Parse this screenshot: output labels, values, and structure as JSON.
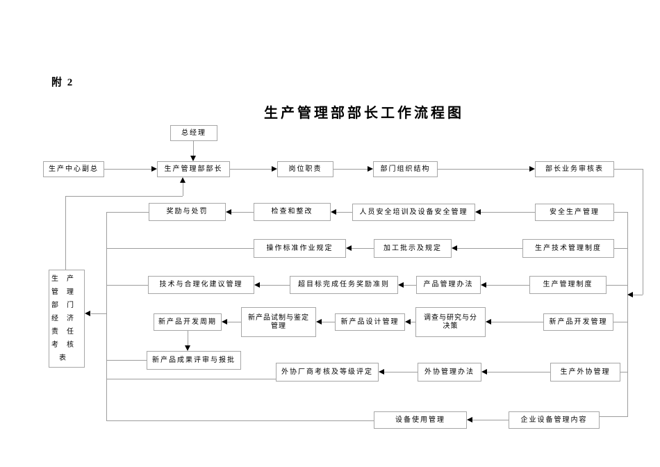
{
  "page": {
    "attachment_label": "附 2",
    "title": "生产管理部部长工作流程图"
  },
  "colors": {
    "box_border": "#a6a6a6",
    "connector_line": "#9c9c9c",
    "arrowhead": "#000000",
    "text": "#000000",
    "background": "#ffffff"
  },
  "nodes": {
    "general_manager": {
      "label": "总经理"
    },
    "production_center_vp": {
      "label": "生产中心副总"
    },
    "dept_minister": {
      "label": "生产管理部部长"
    },
    "post_duty": {
      "label": "岗位职责"
    },
    "org_structure": {
      "label": "部门组织结构"
    },
    "minister_review_form": {
      "label": "部长业务审核表"
    },
    "reward_punish": {
      "label": "奖励与处罚"
    },
    "check_rectify": {
      "label": "检查和整改"
    },
    "safety_training": {
      "label": "人员安全培训及设备安全管理"
    },
    "safety_production_mgmt": {
      "label": "安全生产管理"
    },
    "operation_standard": {
      "label": "操作标准作业规定"
    },
    "processing_instruction": {
      "label": "加工批示及规定"
    },
    "production_tech_system": {
      "label": "生产技术管理制度"
    },
    "tech_suggestion_mgmt": {
      "label": "技术与合理化建议管理"
    },
    "over_target_reward": {
      "label": "超目标完成任务奖励准则"
    },
    "product_mgmt_method": {
      "label": "产品管理办法"
    },
    "production_mgmt_system": {
      "label": "生产管理制度"
    },
    "new_product_cycle": {
      "label": "新产品开发周期"
    },
    "trial_appraisal_mgmt": {
      "label": "新产品试制与鉴定管理"
    },
    "new_product_design": {
      "label": "新产品设计管理"
    },
    "investigation_decision": {
      "label": "调查与研究与分决策"
    },
    "new_product_dev_mgmt": {
      "label": "新产品开发管理"
    },
    "achievement_review": {
      "label": "新产品成果评审与报批"
    },
    "vendor_assessment": {
      "label": "外协厂商考核及等级评定"
    },
    "outsourcing_method": {
      "label": "外协管理办法"
    },
    "outsourcing_mgmt": {
      "label": "生产外协管理"
    },
    "equipment_use_mgmt": {
      "label": "设备使用管理"
    },
    "enterprise_equipment": {
      "label": "企业设备管理内容"
    },
    "responsibility_form": {
      "label": "生产管理部门经济责任考核表"
    }
  }
}
